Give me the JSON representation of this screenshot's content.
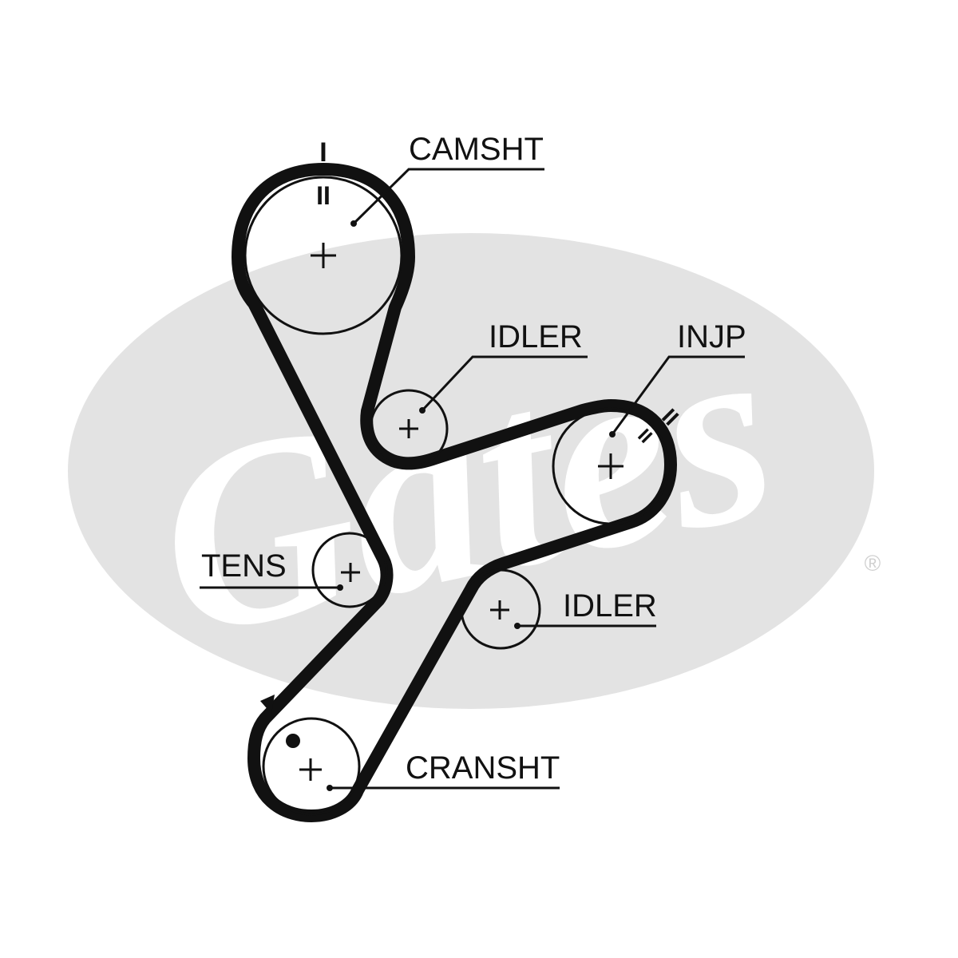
{
  "watermark": {
    "brand": "Gates",
    "registered_mark": "®",
    "color": "#e3e3e3"
  },
  "labels": {
    "camshaft": "CAMSHT",
    "idler_upper": "IDLER",
    "injection_pump": "INJP",
    "tensioner": "TENS",
    "idler_lower": "IDLER",
    "crankshaft": "CRANSHT"
  },
  "timing_marks": {
    "camshaft_outer": "I",
    "camshaft_inner": "II",
    "injection_pump_outer": "II",
    "injection_pump_inner": "II"
  },
  "colors": {
    "belt": "#111111",
    "pulley_line": "#111111",
    "background": "#ffffff"
  }
}
